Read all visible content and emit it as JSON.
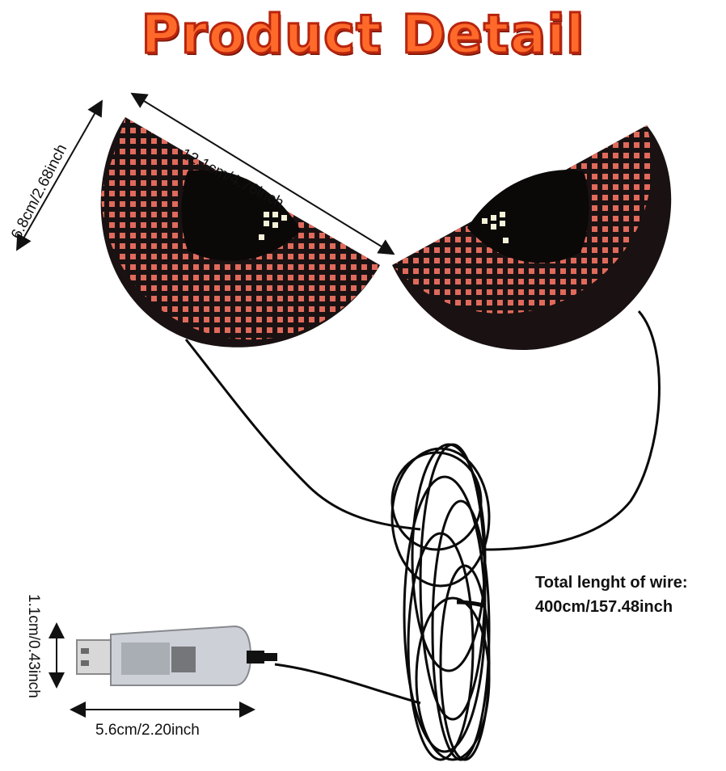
{
  "title": "Product Detail",
  "dimensions": {
    "panel_width": "12.1cm/4.76inch",
    "panel_height": "6.8cm/2.68inch",
    "usb_height": "1.1cm/0.43inch",
    "usb_width": "5.6cm/2.20inch"
  },
  "wire": {
    "line1": "Total lenght of wire:",
    "line2": "400cm/157.48inch"
  },
  "colors": {
    "title_fill": "#ff6a2a",
    "title_stroke": "#b8250e",
    "board": "#1a1212",
    "led": "#e06a5c",
    "white_led": "#f4f1d8",
    "cable": "#0a0a0a"
  },
  "icons": [
    "left-led-eye-panel",
    "right-led-eye-panel",
    "usb-controller",
    "coiled-cable"
  ]
}
